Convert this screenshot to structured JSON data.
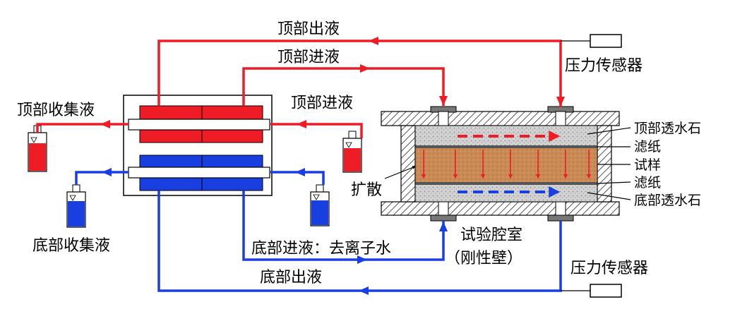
{
  "labels": {
    "top_outflow": "顶部出液",
    "top_inflow_upper": "顶部进液",
    "top_inflow_right": "顶部进液",
    "top_collect": "顶部收集液",
    "pressure_sensor_top": "压力传感器",
    "pressure_sensor_bottom": "压力传感器",
    "top_porous_stone": "顶部透水石",
    "filter_paper_top": "滤纸",
    "specimen": "试样",
    "filter_paper_bottom": "滤纸",
    "bottom_porous_stone": "底部透水石",
    "diffusion": "扩散",
    "bottom_collect": "底部收集液",
    "bottom_inflow_deionized": "底部进液：去离子水",
    "test_chamber": "试验腔室",
    "rigid_wall": "（刚性壁）",
    "bottom_outflow": "底部出液"
  },
  "colors": {
    "red": "#ee1c25",
    "blue": "#1a3fe0",
    "soil": "#c98a55",
    "stone": "#cfcfcf",
    "wall": "#8a8a8a"
  }
}
